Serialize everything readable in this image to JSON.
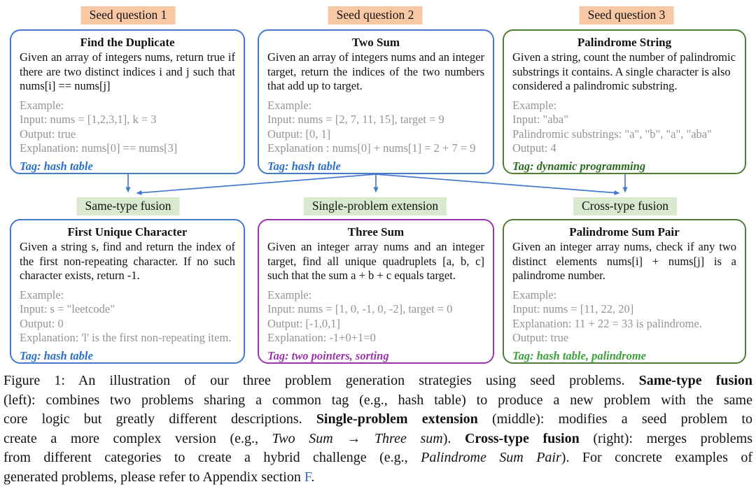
{
  "colors": {
    "box_blue": "#4678cf",
    "box_purple": "#9b35ad",
    "box_green": "#527d36",
    "arrow_blue": "#4678cf",
    "seed_label_bg": "#f8c8a4",
    "strategy_label_bg": "#d9e9cf",
    "example_gray": "#949494",
    "tag_blue": "#2b6fc9",
    "tag_green_dark": "#2e6b22",
    "tag_green_bright": "#3da03d",
    "tag_purple": "#9b35ad",
    "link_blue": "#3b6cc8"
  },
  "seed_labels": [
    "Seed question 1",
    "Seed question 2",
    "Seed question 3"
  ],
  "strategy_labels": [
    "Same-type fusion",
    "Single-problem extension",
    "Cross-type fusion"
  ],
  "boxes": [
    {
      "title": "Find the Duplicate",
      "description": "Given an array of integers nums, return true if there are two distinct indices i and j such that nums[i] == nums[j]",
      "example": [
        "Example:",
        "Input: nums = [1,2,3,1], k = 3",
        "Output: true",
        "Explanation: nums[0] == nums[3]"
      ],
      "tag": "Tag: hash table"
    },
    {
      "title": "Two Sum",
      "description": "Given an array of integers nums and an integer target, return the indices of the two numbers that add up to target.",
      "example": [
        "Example:",
        "Input: nums = [2, 7, 11, 15], target = 9",
        "Output: [0, 1]",
        "Explanation : nums[0] + nums[1] = 2 + 7 = 9"
      ],
      "tag": "Tag: hash table"
    },
    {
      "title": "Palindrome String",
      "description": "Given a string, count the number of palindromic substrings it contains. A single character is also considered a palindromic substring.",
      "example": [
        "Example:",
        "Input: \"aba\"",
        "Palindromic substrings: \"a\", \"b\", \"a\", \"aba\"",
        "Output: 4"
      ],
      "tag": "Tag: dynamic programming"
    },
    {
      "title": "First Unique Character",
      "description": "Given a string s, find and return the index of the first non-repeating character. If no such character exists, return -1.",
      "example": [
        "Example:",
        "Input: s = \"leetcode\"",
        "Output: 0",
        "Explanation: 'l' is the first non-repeating item."
      ],
      "tag": "Tag: hash table"
    },
    {
      "title": "Three Sum",
      "description": "Given an integer array nums and an integer target, find all unique quadruplets [a, b, c] such that the sum a + b + c equals target.",
      "example": [
        "Example:",
        "Input: nums = [1, 0, -1, 0, -2], target = 0",
        "Output: [-1,0,1]",
        "Explanation: -1+0+1=0"
      ],
      "tag": "Tag: two pointers, sorting"
    },
    {
      "title": "Palindrome Sum Pair",
      "description": "Given an integer array nums, check if any two distinct elements nums[i] + nums[j] is a palindrome number.",
      "example": [
        "Example:",
        "Input: nums = [11, 22, 20]",
        "Explanation: 11 + 22 = 33 is palindrome.",
        "Output: true"
      ],
      "tag": "Tag: hash table, palindrome"
    }
  ],
  "caption": {
    "lines": [
      [
        {
          "t": "Figure 1:  An illustration of our three problem generation strategies using seed problems.  "
        },
        {
          "t": "Same-type fusion",
          "b": 1
        }
      ],
      [
        {
          "t": "(left): combines two problems sharing a common tag (e.g., hash table) to produce a new problem with the same"
        }
      ],
      [
        {
          "t": "core logic but greatly different descriptions.  "
        },
        {
          "t": "Single-problem extension",
          "b": 1
        },
        {
          "t": " (middle):  modifies a seed problem to"
        }
      ],
      [
        {
          "t": "create a more complex version (e.g., "
        },
        {
          "t": "Two Sum",
          "i": 1
        },
        {
          "t": " → "
        },
        {
          "t": "Three sum",
          "i": 1
        },
        {
          "t": ").  "
        },
        {
          "t": "Cross-type fusion",
          "b": 1
        },
        {
          "t": " (right):  merges problems"
        }
      ],
      [
        {
          "t": "from different categories to create a hybrid challenge (e.g., "
        },
        {
          "t": "Palindrome Sum Pair",
          "i": 1
        },
        {
          "t": ").  For concrete examples of"
        }
      ],
      [
        {
          "t": "generated problems, please refer to Appendix section "
        },
        {
          "t": "F",
          "link": 1
        },
        {
          "t": "."
        }
      ]
    ]
  }
}
